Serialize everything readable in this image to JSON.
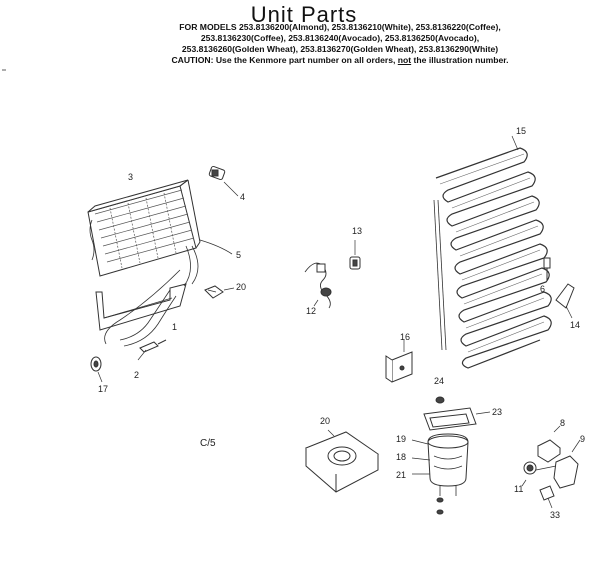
{
  "header": {
    "title": "Unit Parts",
    "models_lines": [
      "FOR MODELS 253.8136200(Almond), 253.8136210(White), 253.8136220(Coffee),",
      "253.8136230(Coffee), 253.8136240(Avocado), 253.8136250(Avocado),",
      "253.8136260(Golden Wheat), 253.8136270(Golden Wheat), 253.8136290(White)"
    ],
    "caution_prefix": "CAUTION: Use the Kenmore part number on all orders, ",
    "caution_not": "not",
    "caution_suffix": " the illustration number."
  },
  "page_code": "C/5",
  "part_labels": {
    "p1": "1",
    "p2": "2",
    "p3": "3",
    "p4": "4",
    "p5": "5",
    "p6": "6",
    "p8": "8",
    "p9": "9",
    "p11": "11",
    "p12": "12",
    "p13": "13",
    "p14": "14",
    "p15": "15",
    "p16": "16",
    "p17": "17",
    "p18": "18",
    "p19": "19",
    "p20a": "20",
    "p20b": "20",
    "p21": "21",
    "p23": "23",
    "p24": "24",
    "p33": "33"
  }
}
